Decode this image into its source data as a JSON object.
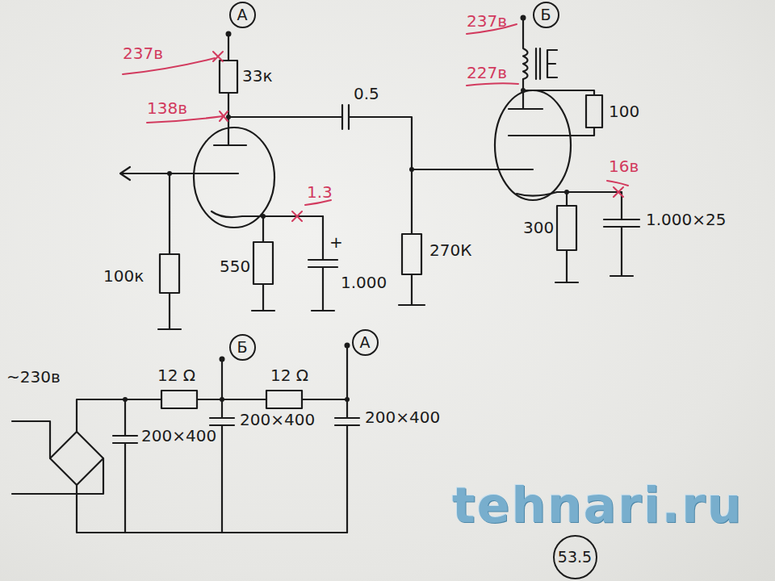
{
  "diagram": {
    "nodes": [
      {
        "text": [
          "A"
        ]
      },
      {
        "text": [
          "Б"
        ]
      },
      {
        "text": [
          "Б"
        ]
      },
      {
        "text": [
          "A"
        ]
      },
      {
        "text": [
          "53.5"
        ]
      }
    ],
    "labels": [
      "237в",
      "33к",
      "138в",
      "0.5",
      "1.3",
      "100к",
      "550",
      "+",
      "1.000",
      "270К",
      "237в",
      "227в",
      "100",
      "16в",
      "300",
      "1.000×25",
      "~230в",
      "12 Ω",
      "12 Ω",
      "200×400",
      "200×400",
      "200×400",
      "tehnari.ru"
    ]
  }
}
